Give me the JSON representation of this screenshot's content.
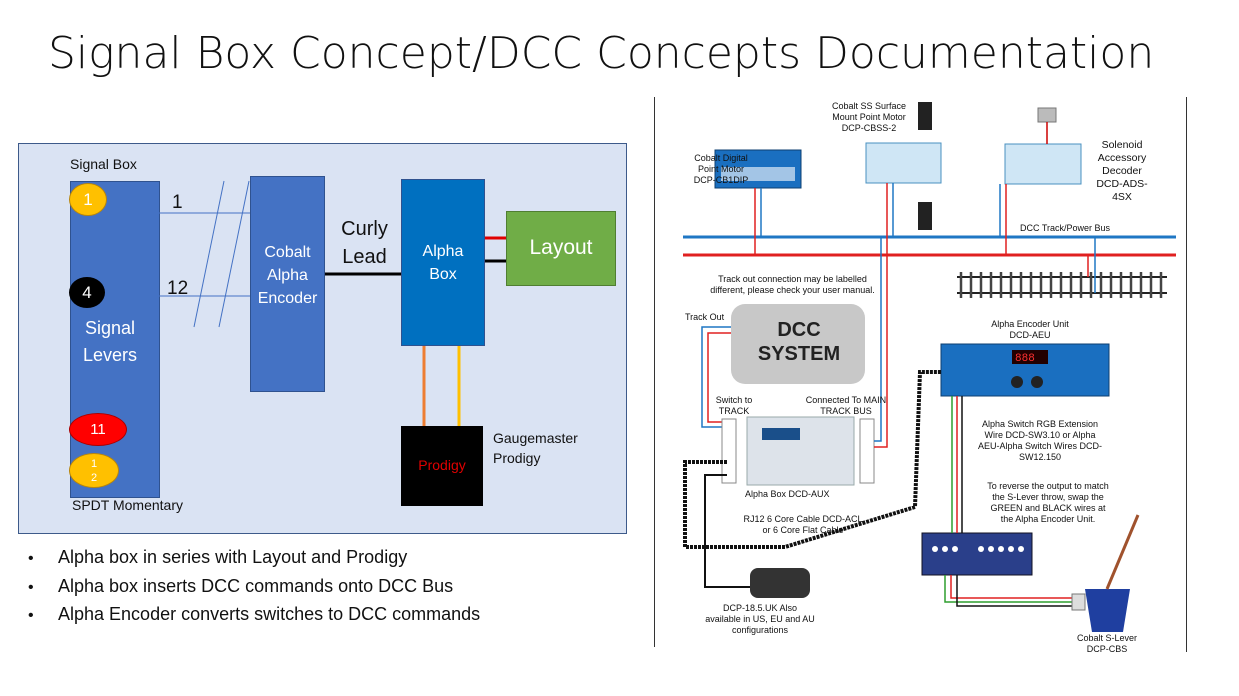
{
  "title": "Signal Box Concept/DCC Concepts  Documentation",
  "left_diagram": {
    "signal_box_label": "Signal Box",
    "lever_1": "1",
    "lever_4": "4",
    "levers_label": "Signal Levers",
    "lever_11": "11",
    "lever_12_top": "1",
    "lever_12_bottom": "2",
    "spdt_label": "SPDT Momentary",
    "wire_label_1": "1",
    "wire_label_12": "12",
    "encoder_label": "Cobalt Alpha Encoder",
    "curly_lead": "Curly Lead",
    "alpha_box": "Alpha Box",
    "layout": "Layout",
    "prodigy": "Prodigy",
    "gaugemaster": "Gaugemaster Prodigy",
    "colors": {
      "panel": "#dae3f3",
      "box": "#4472c4",
      "alpha": "#0070c0",
      "layout": "#70ad47",
      "lever_yellow": "#ffc000",
      "lever_red": "#ff0000"
    }
  },
  "bullets": [
    "Alpha box in series with Layout and Prodigy",
    "Alpha box inserts DCC commands onto DCC Bus",
    "Alpha Encoder converts switches to DCC commands"
  ],
  "right_diagram": {
    "cb1dip": "Cobalt Digital Point Motor DCP-CB1DIP",
    "cbss": "Cobalt SS Surface Mount Point Motor DCP-CBSS-2",
    "solenoid": "Solenoid Accessory Decoder DCD-ADS-4SX",
    "dcc_bus": "DCC Track/Power Bus",
    "track_out_note": "Track out connection may be labelled different, please check your user manual.",
    "track_out": "Track Out",
    "dcc_system": "DCC SYSTEM",
    "aeu": "Alpha Encoder Unit DCD-AEU",
    "switch_to_track": "Switch to TRACK",
    "connected_to": "Connected To MAIN TRACK BUS",
    "alpha_box_aux": "Alpha Box DCD-AUX",
    "rgb_wire": "Alpha Switch RGB Extension Wire DCD-SW3.10 or Alpha AEU-Alpha Switch Wires DCD-SW12.150",
    "reverse_note": "To reverse the output to match the S-Lever throw, swap the GREEN and BLACK wires at the Alpha Encoder Unit.",
    "rj12": "RJ12 6 Core Cable DCD-ACL or 6 Core Flat Cable",
    "psu": "DCP-18.5.UK Also available in US, EU and AU configurations",
    "slever": "Cobalt S-Lever DCP-CBS"
  }
}
